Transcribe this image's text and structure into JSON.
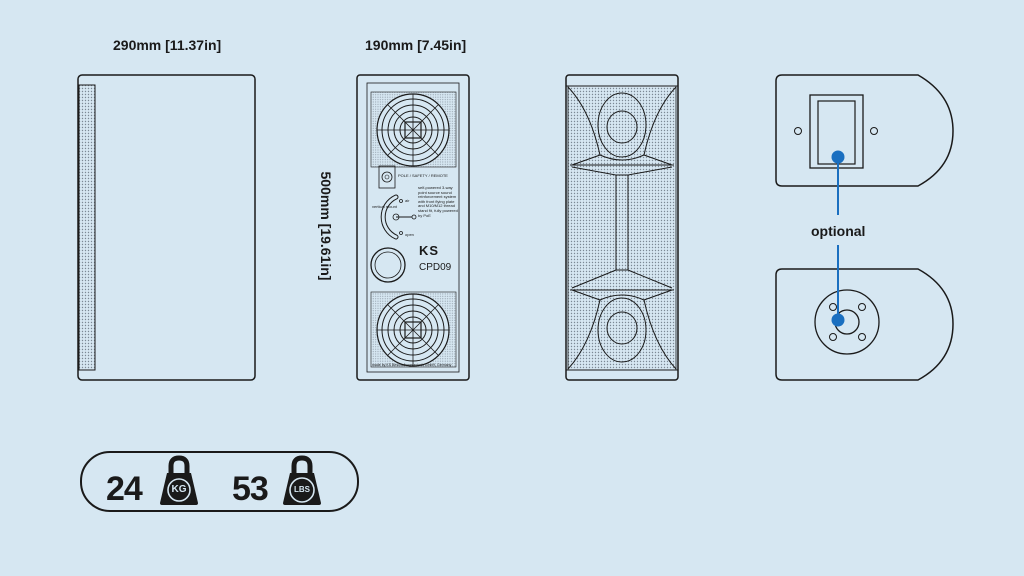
{
  "dimensions": {
    "width_side": "290mm [11.37in]",
    "width_back": "190mm [7.45in]",
    "height": "500mm [19.61in]"
  },
  "back_panel": {
    "pole_label": "POLE / SAFETY / REMOTE",
    "description": "self-powered 3-way point source sound reinforcement system with front flying plate and M10/M12 thread stand fit, fully powered by PoE",
    "brand": "KS",
    "model": "CPD09",
    "footer": "made by KS Beschallungstechnik GmbH, Germany",
    "label_vertical": "vertical mount",
    "label_open": "open",
    "label_air": "air"
  },
  "annotation": {
    "optional_label": "optional"
  },
  "weight": {
    "kg_value": "24",
    "kg_unit": "KG",
    "lbs_value": "53",
    "lbs_unit": "LBS"
  },
  "colors": {
    "background": "#d6e7f2",
    "outline": "#1a1a1a",
    "accent": "#1a6fc0"
  },
  "icons": [
    "kettlebell-weight-icon",
    "kettlebell-weight-icon"
  ]
}
